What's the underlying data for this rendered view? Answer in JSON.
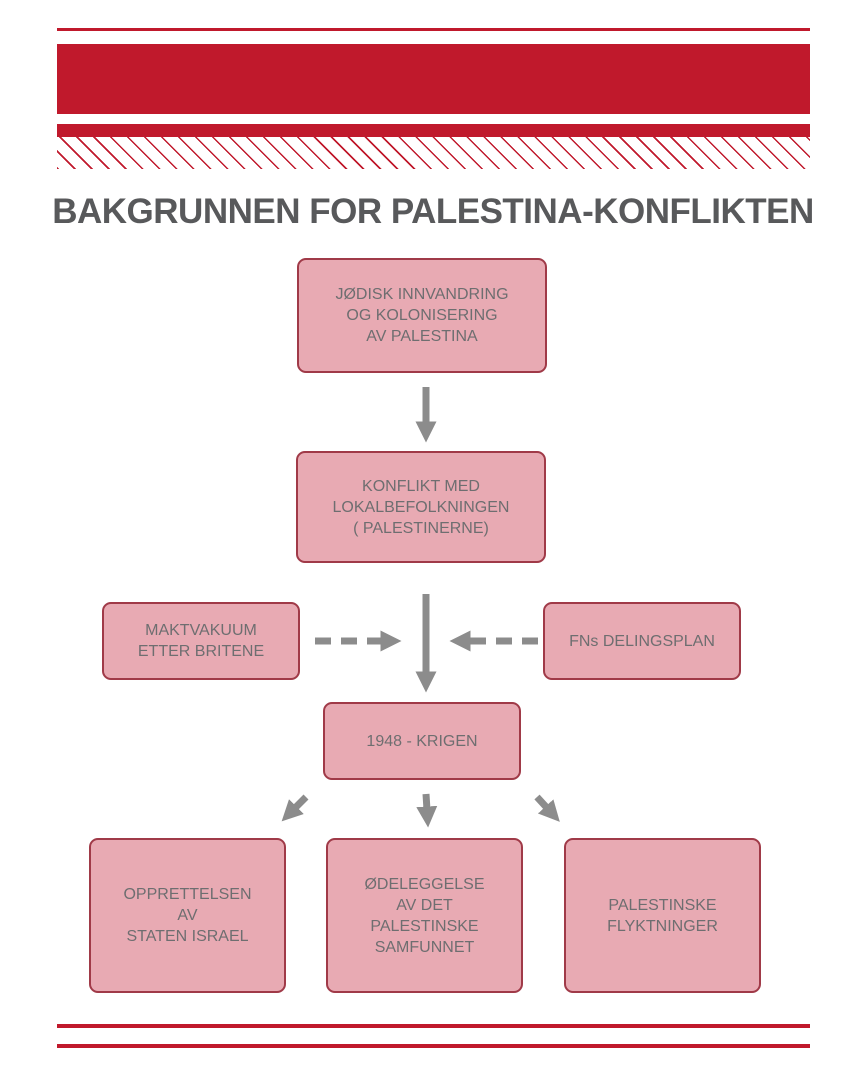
{
  "header": {
    "accent_color": "#c0192c",
    "title": "BAKGRUNNEN FOR PALESTINA-KONFLIKTEN"
  },
  "diagram": {
    "box_fill": "#e8aab3",
    "arrow_color": "#8c8c8c",
    "nodes": {
      "innvandring": "JØDISK INNVANDRING\nOG KOLONISERING\nAV PALESTINA",
      "konflikt": "KONFLIKT MED\nLOKALBEFOLKNINGEN\n( PALESTINERNE)",
      "maktvakuum": "MAKTVAKUUM\nETTER BRITENE",
      "delingsplan": "FNs DELINGSPLAN",
      "krigen": "1948 - KRIGEN",
      "israel": "OPPRETTELSEN\nAV\nSTATEN ISRAEL",
      "odeleggelse": "ØDELEGGELSE\nAV DET\nPALESTINSKE\nSAMFUNNET",
      "flyktninger": "PALESTINSKE\nFLYKTNINGER"
    }
  }
}
